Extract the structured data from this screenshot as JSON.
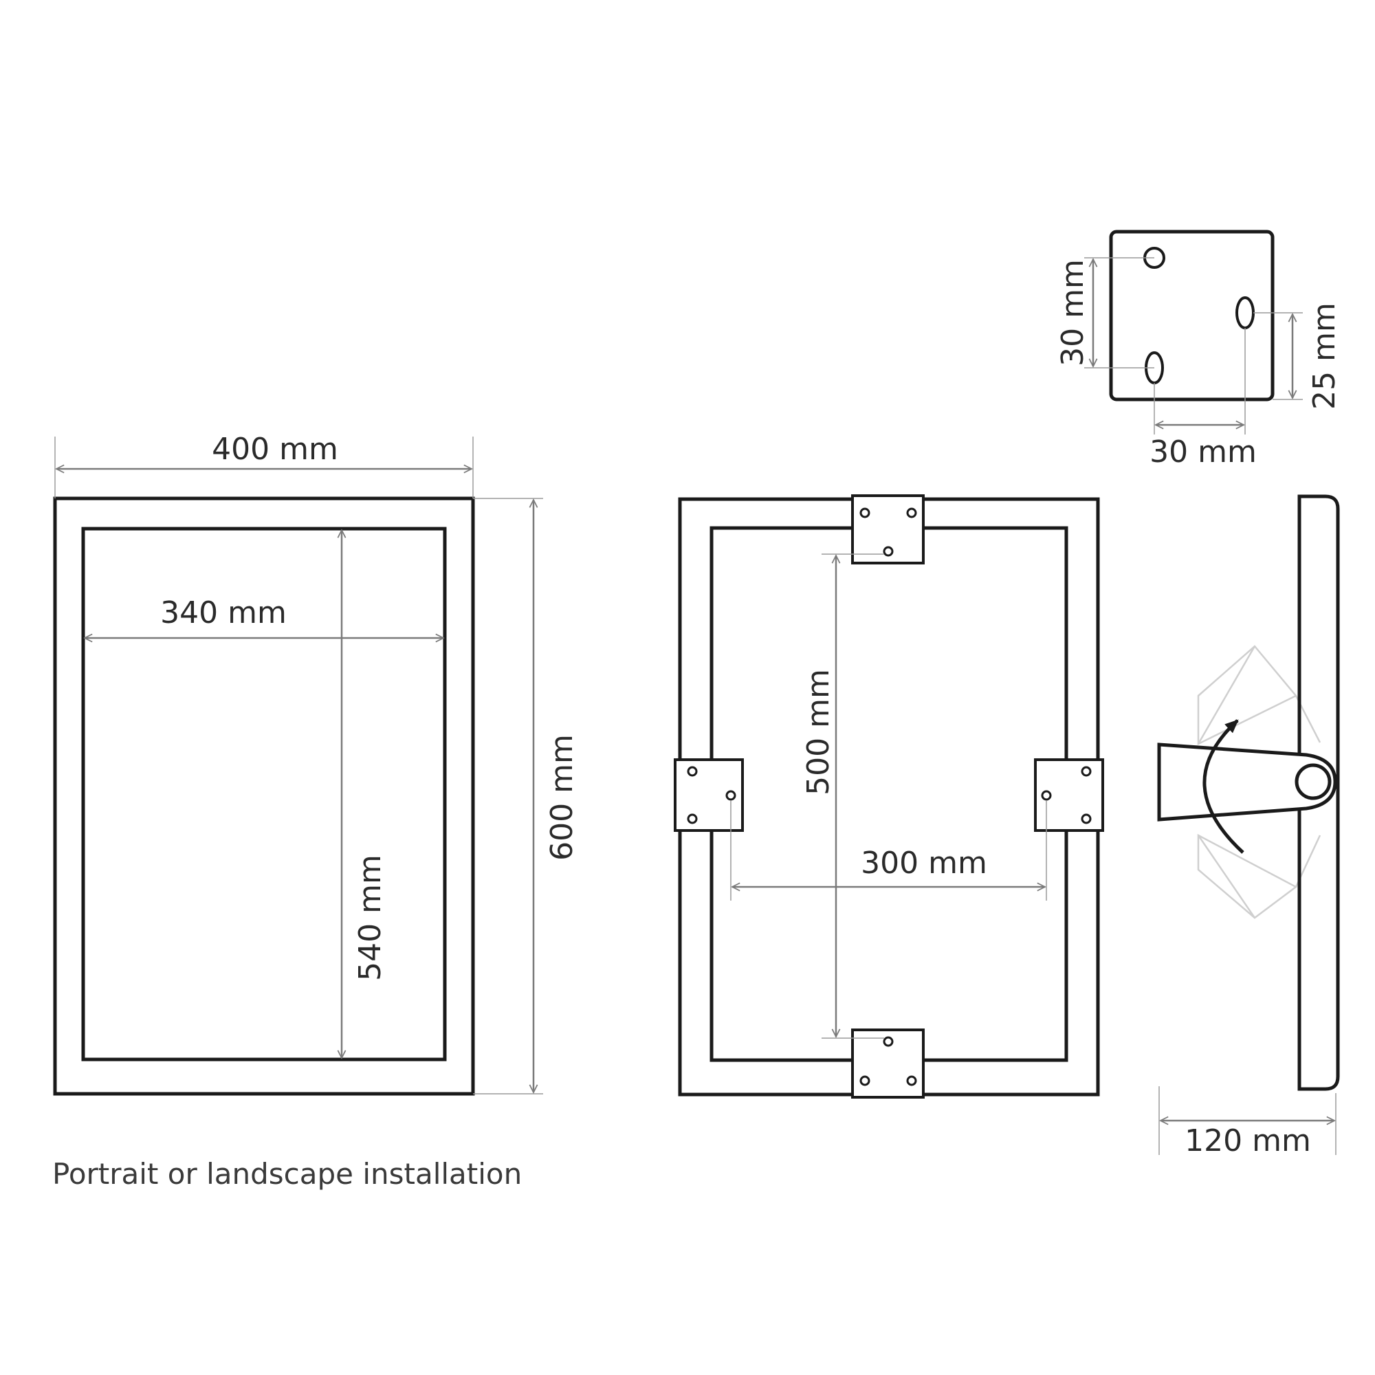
{
  "front_view": {
    "outer_width": "400 mm",
    "outer_height": "600 mm",
    "inner_width": "340 mm",
    "inner_height": "540 mm"
  },
  "back_view": {
    "bracket_vertical_spacing": "500 mm",
    "bracket_horizontal_spacing": "300 mm"
  },
  "bracket_detail": {
    "hole_vertical_spacing": "30 mm",
    "hole_horizontal_spacing": "30 mm",
    "offset": "25 mm"
  },
  "side_view": {
    "depth": "120 mm"
  },
  "caption": "Portrait or landscape installation"
}
